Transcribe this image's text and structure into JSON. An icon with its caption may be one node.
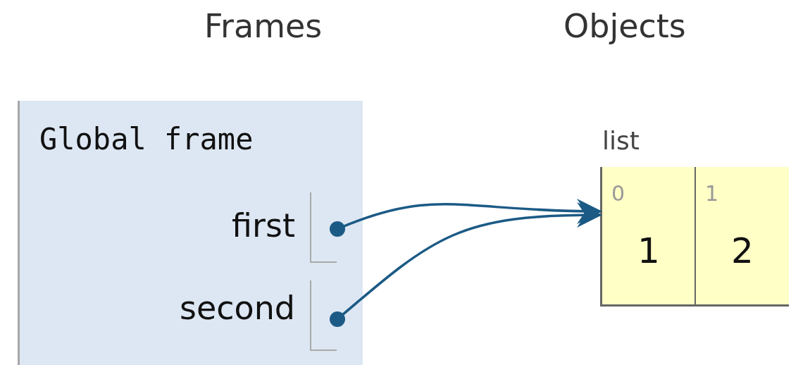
{
  "diagram": {
    "nodes": [
      {
        "text": [
          "Global frame"
        ]
      },
      {
        "text": [
          "first"
        ],
        "in": 0
      },
      {
        "text": [
          "second"
        ],
        "in": 0
      },
      {
        "text": [
          "list"
        ]
      },
      {
        "text": [
          "0",
          "1"
        ],
        "in": 3
      },
      {
        "text": [
          "1",
          "2"
        ],
        "in": 3
      }
    ],
    "edges": [
      {
        "from": 1,
        "to": 3,
        "arrow": "to"
      },
      {
        "from": 2,
        "to": 3,
        "arrow": "to"
      }
    ],
    "labels": [
      "Frames",
      "Objects"
    ]
  }
}
